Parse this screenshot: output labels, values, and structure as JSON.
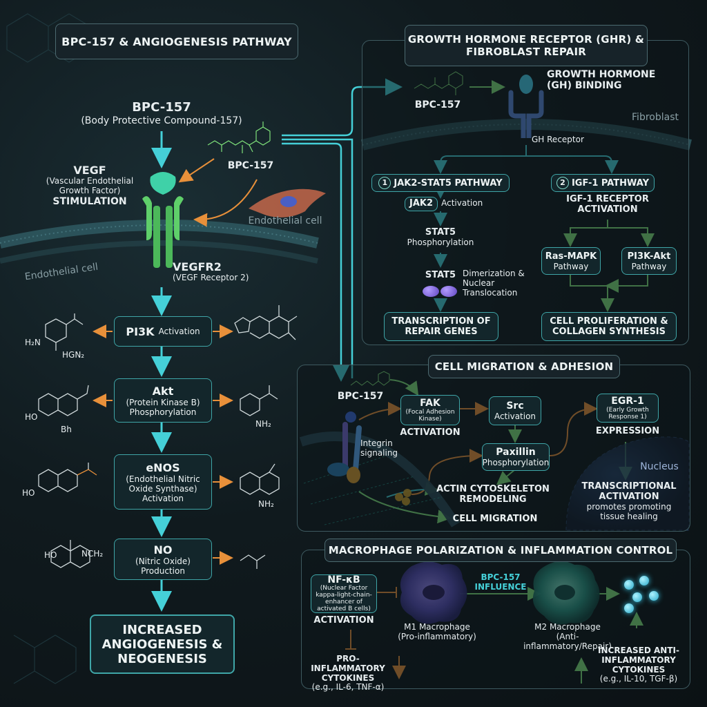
{
  "colors": {
    "teal_arrow": "#45d0d8",
    "orange_arrow": "#e8903a",
    "green_arrow": "#7ee07a",
    "box_border": "#3fa6a8"
  },
  "left": {
    "title": "BPC-157 & ANGIOGENESIS PATHWAY",
    "bpc_name": "BPC-157",
    "bpc_full": "(Body Protective Compound-157)",
    "bpc_label": "BPC-157",
    "vegf_name": "VEGF",
    "vegf_full": "(Vascular Endothelial Growth Factor)",
    "vegf_action": "STIMULATION",
    "endothelial_cell_label": "Endothelial cell",
    "endothelial_cell_label2": "Endothelial cell",
    "vegfr2_name": "VEGFR2",
    "vegfr2_full": "(VEGF Receptor 2)",
    "steps": [
      {
        "name": "PI3K",
        "sub": "Activation"
      },
      {
        "name": "Akt",
        "sub": "(Protein Kinase B) Phosphorylation"
      },
      {
        "name": "eNOS",
        "sub": "(Endothelial Nitric Oxide Synthase) Activation"
      },
      {
        "name": "NO",
        "sub": "(Nitric Oxide) Production"
      }
    ],
    "outcome": "INCREASED ANGIOGENESIS & NEOGENESIS",
    "molecule_labels": [
      "H₂N",
      "HGN₂",
      "HO",
      "Bh",
      "HO",
      "NH₂",
      "HO",
      "NH₂",
      "NCH₂"
    ]
  },
  "ghr": {
    "title": "GROWTH HORMONE RECEPTOR (GHR) & FIBROBLAST REPAIR",
    "bpc_label": "BPC-157",
    "binding": "GROWTH HORMONE (GH) BINDING",
    "fibroblast": "Fibroblast",
    "receptor": "GH Receptor",
    "path1": {
      "num": "1",
      "title": "JAK2-STAT5 PATHWAY",
      "jak2": "JAK2",
      "jak2_sub": "Activation",
      "stat5": "STAT5",
      "stat5_sub": "Phosphorylation",
      "stat5b": "STAT5",
      "dimer": "Dimerization & Nuclear Translocation",
      "result": "TRANSCRIPTION OF REPAIR GENES"
    },
    "path2": {
      "num": "2",
      "title": "IGF-1 PATHWAY",
      "receptor": "IGF-1 RECEPTOR ACTIVATION",
      "ras": "Ras-MAPK",
      "ras_sub": "Pathway",
      "pi3k": "PI3K-Akt",
      "pi3k_sub": "Pathway",
      "result": "CELL PROLIFERATION & COLLAGEN SYNTHESIS"
    }
  },
  "migration": {
    "title": "CELL MIGRATION & ADHESION",
    "bpc_label": "BPC-157",
    "integrin": "Integrin signaling",
    "fak": "FAK",
    "fak_sub": "(Focal Adhesion Kinase)",
    "fak_action": "ACTIVATION",
    "src": "Src",
    "src_sub": "Activation",
    "paxillin": "Paxillin",
    "paxillin_sub": "Phosphorylation",
    "actin": "ACTIN CYTOSKELETON REMODELING",
    "cell_migration": "CELL MIGRATION",
    "egr": "EGR-1",
    "egr_sub": "(Early Growth Response 1)",
    "egr_action": "EXPRESSION",
    "nucleus": "Nucleus",
    "transcription": "TRANSCRIPTIONAL ACTIVATION",
    "transcription_sub": "promotes promoting tissue healing"
  },
  "macrophage": {
    "title": "MACROPHAGE POLARIZATION & INFLAMMATION CONTROL",
    "nfkb": "NF-κB",
    "nfkb_sub": "(Nuclear Factor kappa-light-chain-enhancer of activated B cells)",
    "nfkb_action": "ACTIVATION",
    "pro": "PRO-INFLAMMATORY CYTOKINES",
    "pro_ex": "(e.g., IL-6, TNF-α)",
    "m1": "M1 Macrophage",
    "m1_sub": "(Pro-inflammatory)",
    "influence": "BPC-157 INFLUENCE",
    "m2": "M2 Macrophage",
    "m2_sub": "(Anti-inflammatory/Repair)",
    "anti": "INCREASED ANTI-INFLAMMATORY CYTOKINES",
    "anti_ex": "(e.g., IL-10, TGF-β)"
  }
}
